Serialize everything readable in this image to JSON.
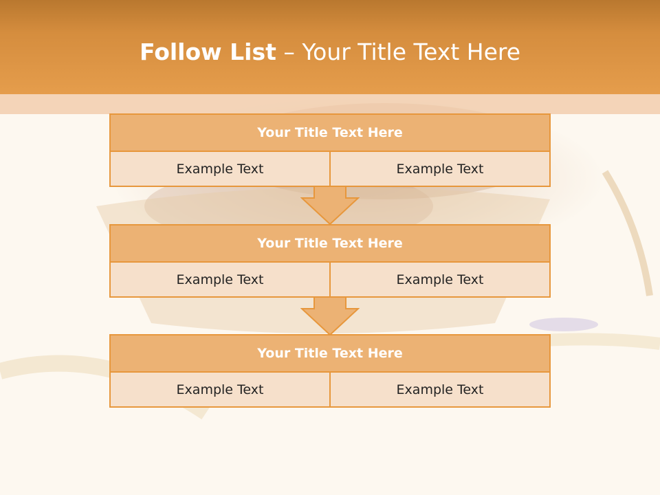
{
  "header": {
    "title_strong": "Follow List",
    "title_rest": " – Your Title Text Here"
  },
  "blocks": [
    {
      "title": "Your Title Text Here",
      "left": "Example Text",
      "right": "Example Text"
    },
    {
      "title": "Your Title Text Here",
      "left": "Example Text",
      "right": "Example Text"
    },
    {
      "title": "Your Title Text Here",
      "left": "Example Text",
      "right": "Example Text"
    }
  ],
  "colors": {
    "header": "#dd9442",
    "block_title": "#ecb274",
    "block_cell": "#f6e0cb",
    "border": "#e7973c"
  },
  "icons": [
    "down-arrow-icon",
    "down-arrow-icon"
  ]
}
